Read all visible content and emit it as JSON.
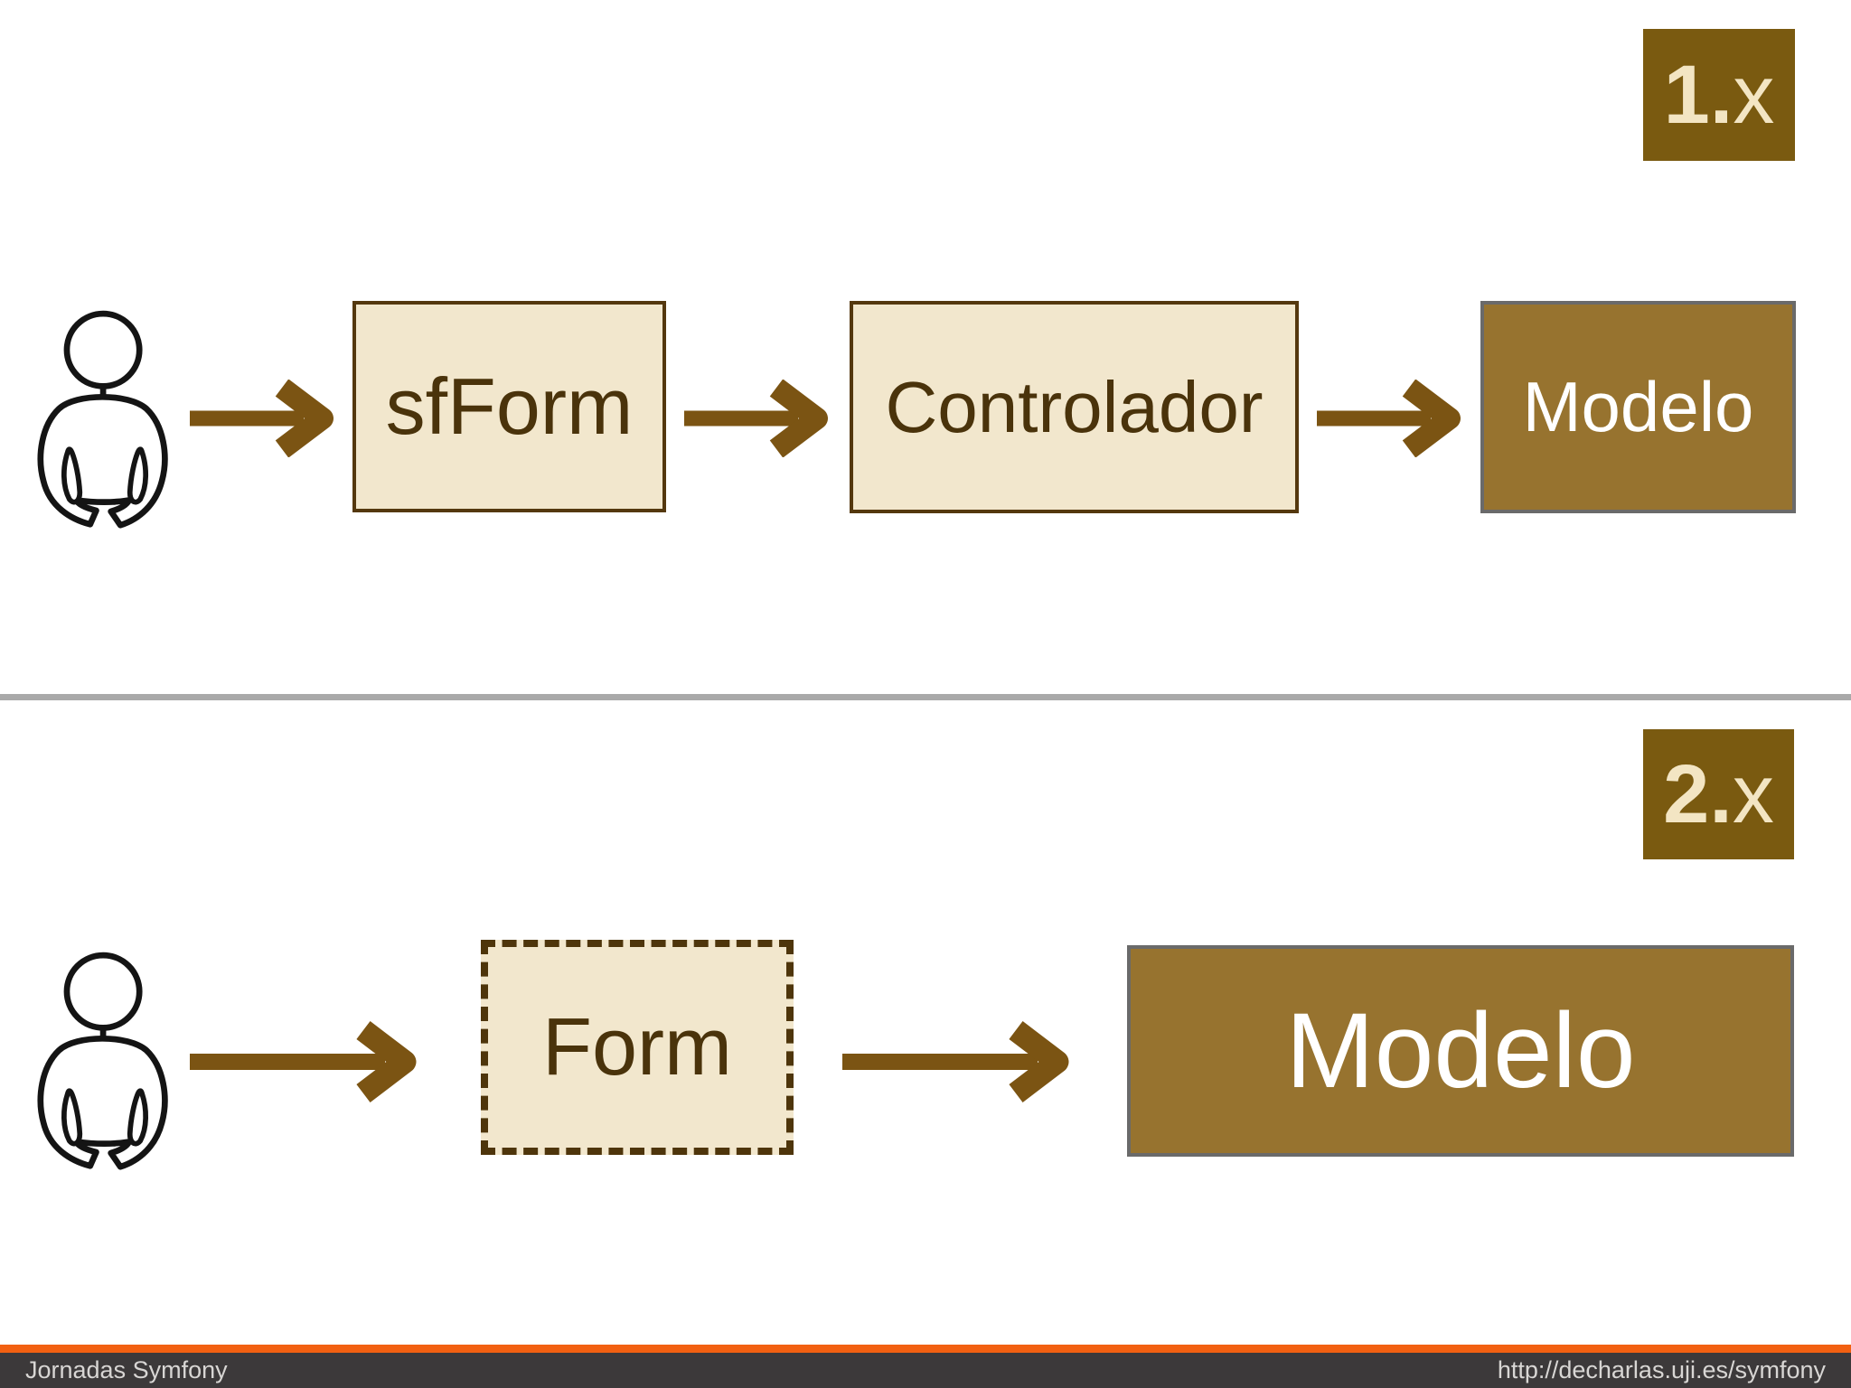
{
  "slide": {
    "sections": [
      {
        "id": "1x",
        "badge": {
          "bold": "1.",
          "light": "x"
        },
        "actor_icon": "person-icon",
        "arrow_icon": "flow-arrow-icon",
        "nodes": [
          {
            "label": "sfForm",
            "style": "light"
          },
          {
            "label": "Controlador",
            "style": "light"
          },
          {
            "label": "Modelo",
            "style": "dark"
          }
        ]
      },
      {
        "id": "2x",
        "badge": {
          "bold": "2.",
          "light": "x"
        },
        "actor_icon": "person-icon",
        "arrow_icon": "flow-arrow-icon",
        "nodes": [
          {
            "label": "Form",
            "style": "light-dashed"
          },
          {
            "label": "Modelo",
            "style": "dark"
          }
        ]
      }
    ],
    "footer": {
      "left": "Jornadas Symfony",
      "right": "http://decharlas.uji.es/symfony"
    },
    "colors": {
      "box_fill_light": "#f2e7cd",
      "box_border_dark_brown": "#54380e",
      "box_text_brown": "#4a330b",
      "box_fill_brown": "#97732f",
      "box_border_gray": "#6a6a6a",
      "badge_fill": "#7a5a10",
      "badge_text": "#f3e5c3",
      "arrow_brown": "#7b5413",
      "person_outline": "#141414",
      "divider_gray": "#a9a9a9",
      "footer_bar": "#3c393a",
      "footer_text": "#d8d6d4",
      "footer_accent_orange": "#f26011"
    }
  }
}
